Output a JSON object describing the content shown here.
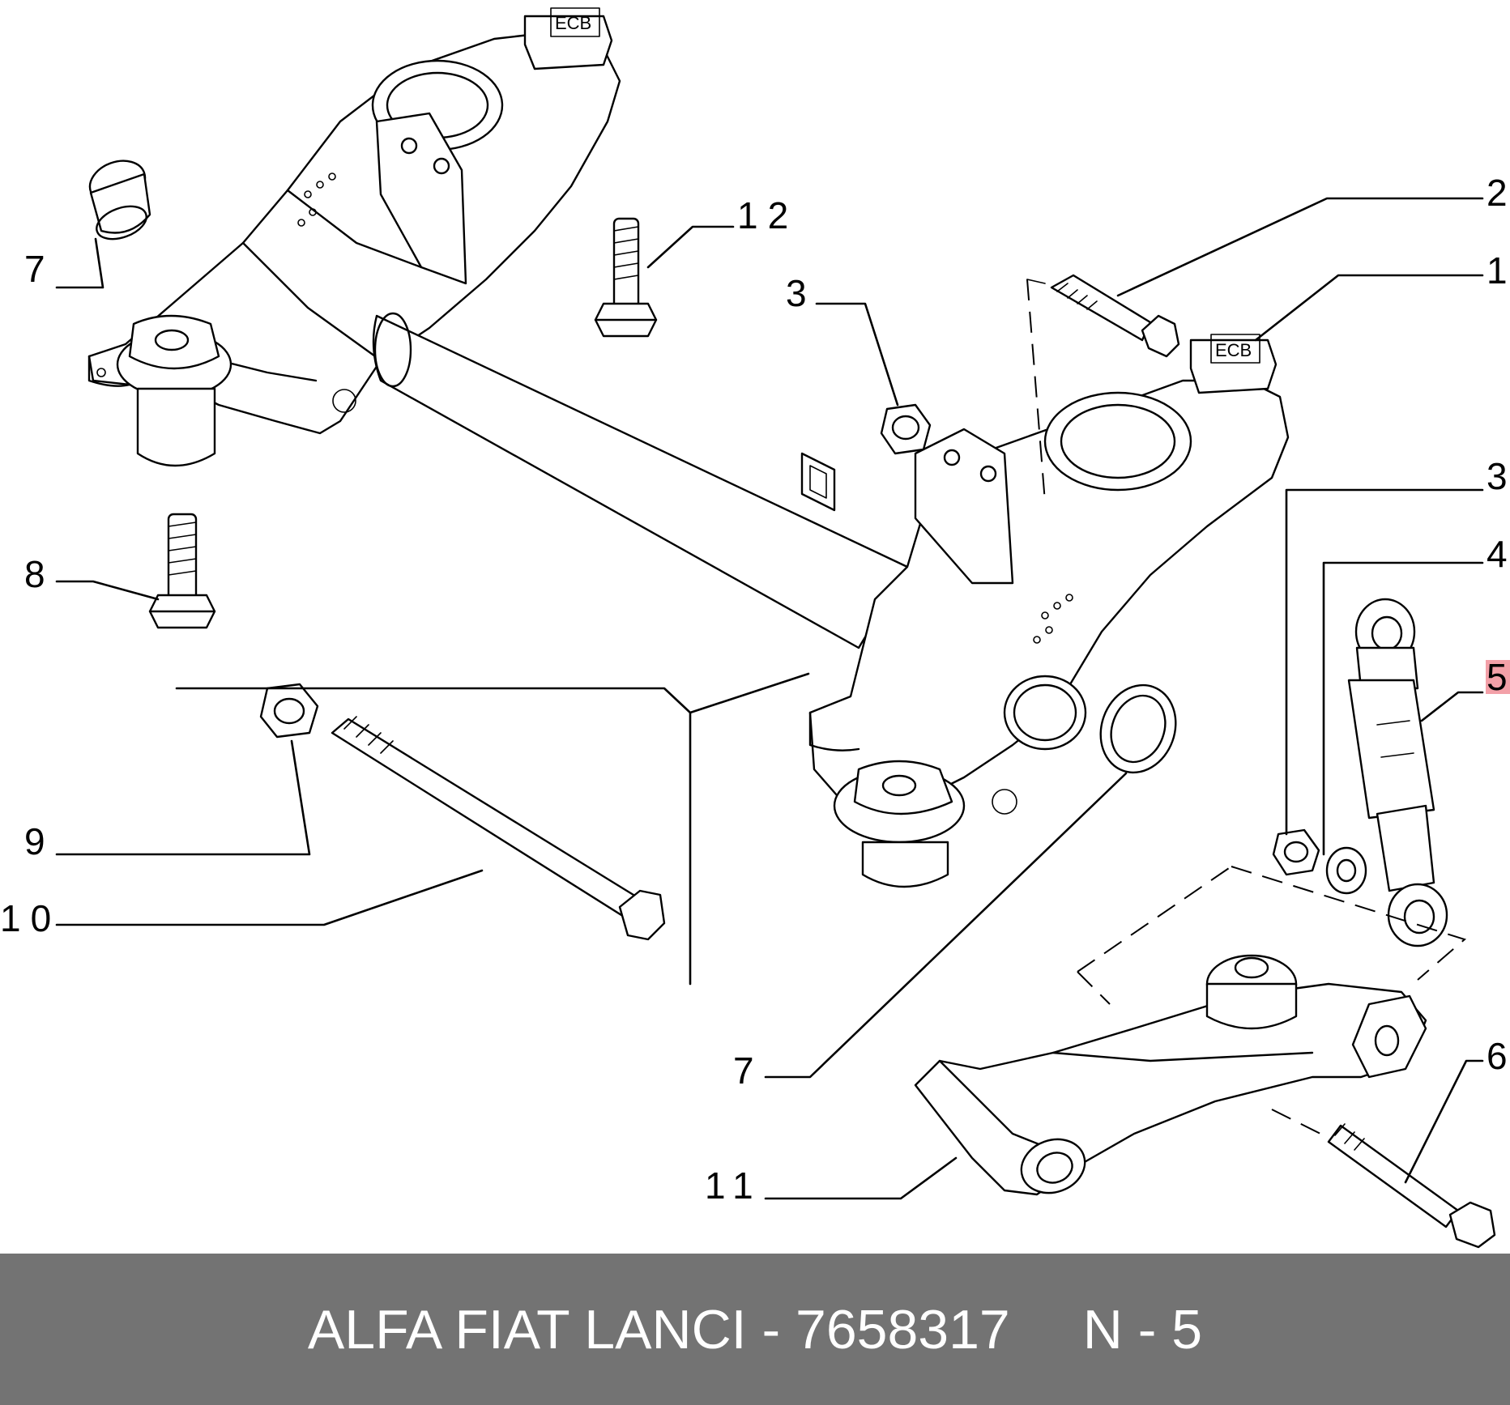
{
  "callouts": [
    {
      "id": "c1",
      "text": "1",
      "highlighted": false
    },
    {
      "id": "c2",
      "text": "2",
      "highlighted": false
    },
    {
      "id": "c3a",
      "text": "3",
      "highlighted": false
    },
    {
      "id": "c3b",
      "text": "3",
      "highlighted": false
    },
    {
      "id": "c4",
      "text": "4",
      "highlighted": false
    },
    {
      "id": "c5",
      "text": "5",
      "highlighted": true
    },
    {
      "id": "c6",
      "text": "6",
      "highlighted": false
    },
    {
      "id": "c7a",
      "text": "7",
      "highlighted": false
    },
    {
      "id": "c7b",
      "text": "7",
      "highlighted": false
    },
    {
      "id": "c8",
      "text": "8",
      "highlighted": false
    },
    {
      "id": "c9",
      "text": "9",
      "highlighted": false
    },
    {
      "id": "c10",
      "text": "10",
      "highlighted": false
    },
    {
      "id": "c11",
      "text": "11",
      "highlighted": false
    },
    {
      "id": "c12",
      "text": "12",
      "highlighted": false
    }
  ],
  "footer": {
    "part_title": "ALFA FIAT LANCI - 7658317",
    "callout_ref": "N - 5"
  },
  "colors": {
    "footer_background": "#737373",
    "footer_text": "#ffffff",
    "highlight": "#f3a0a8"
  }
}
